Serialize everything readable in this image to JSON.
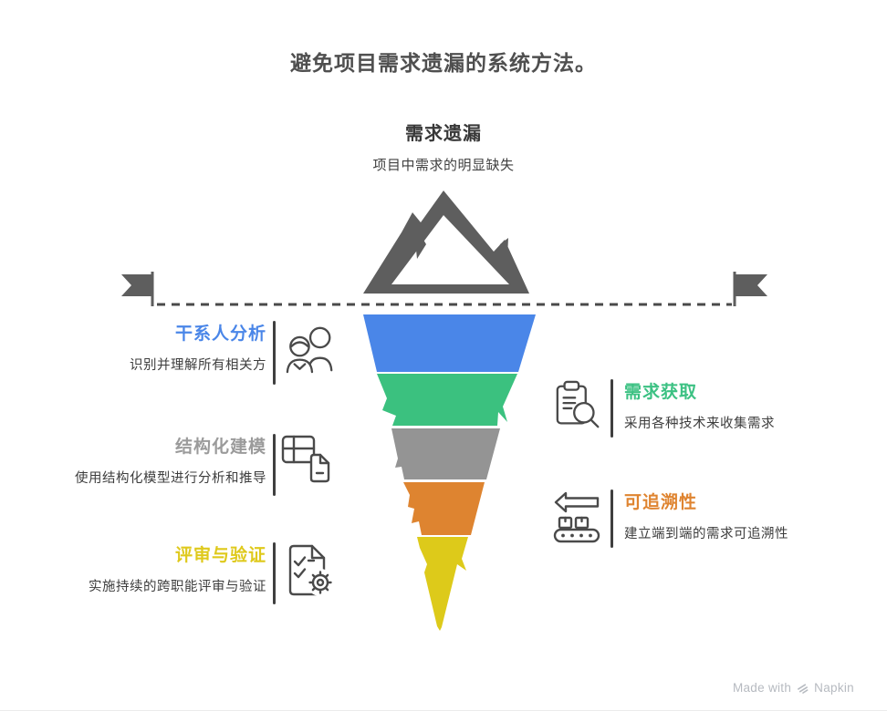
{
  "page_title": "避免项目需求遗漏的系统方法。",
  "peak": {
    "title": "需求遗漏",
    "subtitle": "项目中需求的明显缺失"
  },
  "colors": {
    "blue": "#4a86e8",
    "green": "#3bc17f",
    "gray": "#949494",
    "orange": "#de8430",
    "yellow": "#ddca1a",
    "mountain_ink": "#5e5e5e",
    "dash_ink": "#4a4a4a",
    "title_gray": "#4f4f4f",
    "subtitle_ink": "#3d3d3d",
    "gray_label": "#9b9b9b",
    "yellow_label": "#dfc91c",
    "green_label": "#3cc183",
    "orange_label": "#df8430",
    "footer_gray": "#b6bac0"
  },
  "funnel": {
    "segments": [
      {
        "name": "stakeholder-analysis",
        "color": "#4a86e8"
      },
      {
        "name": "requirements-elicitation",
        "color": "#3bc17f"
      },
      {
        "name": "structured-modeling",
        "color": "#949494"
      },
      {
        "name": "traceability",
        "color": "#de8430"
      },
      {
        "name": "review-validation",
        "color": "#ddca1a"
      }
    ]
  },
  "left_items": [
    {
      "title": "干系人分析",
      "subtitle": "识别并理解所有相关方",
      "color": "#4a86e8",
      "icon": "people-icon"
    },
    {
      "title": "结构化建模",
      "subtitle": "使用结构化模型进行分析和推导",
      "color": "#9b9b9b",
      "icon": "table-document-icon"
    },
    {
      "title": "评审与验证",
      "subtitle": "实施持续的跨职能评审与验证",
      "color": "#dfc91c",
      "icon": "checklist-gear-icon"
    }
  ],
  "right_items": [
    {
      "title": "需求获取",
      "subtitle": "采用各种技术来收集需求",
      "color": "#3cc183",
      "icon": "clipboard-magnifier-icon"
    },
    {
      "title": "可追溯性",
      "subtitle": "建立端到端的需求可追溯性",
      "color": "#df8430",
      "icon": "conveyor-arrow-icon"
    }
  ],
  "footer": {
    "made_with": "Made with",
    "brand": "Napkin"
  }
}
